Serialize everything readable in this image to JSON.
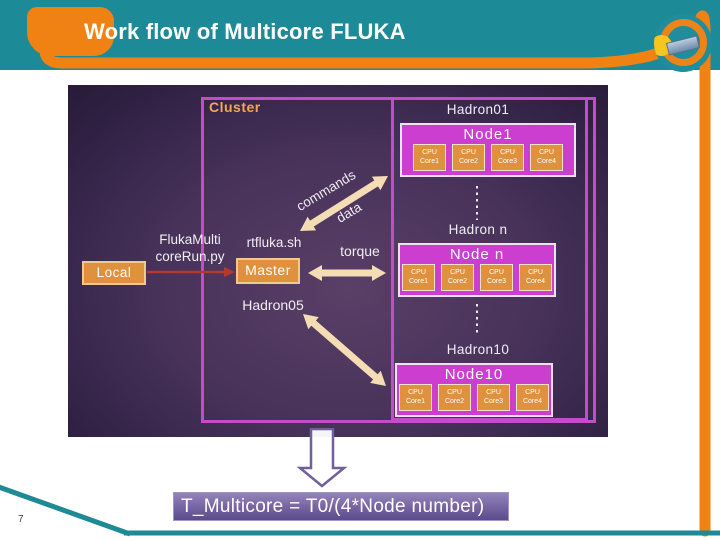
{
  "header": {
    "title": "Work flow of Multicore FLUKA"
  },
  "slide": {
    "page_number": "7"
  },
  "diagram": {
    "cluster_label": "Cluster",
    "local_label": "Local",
    "master_label": "Master",
    "script_label_line1": "FlukaMulti",
    "script_label_line2": "coreRun.py",
    "rtfluka_label": "rtfluka.sh",
    "torque_label": "torque",
    "commands_label": "commands",
    "data_label": "data",
    "hadron05_label": "Hadron05",
    "nodes": [
      {
        "hadron": "Hadron01",
        "title": "Node1",
        "cores": [
          [
            "CPU",
            "Core1"
          ],
          [
            "CPU",
            "Core2"
          ],
          [
            "CPU",
            "Core3"
          ],
          [
            "CPU",
            "Core4"
          ]
        ]
      },
      {
        "hadron": "Hadron n",
        "title": "Node n",
        "cores": [
          [
            "CPU",
            "Core1"
          ],
          [
            "CPU",
            "Core2"
          ],
          [
            "CPU",
            "Core3"
          ],
          [
            "CPU",
            "Core4"
          ]
        ]
      },
      {
        "hadron": "Hadron10",
        "title": "Node10",
        "cores": [
          [
            "CPU",
            "Core1"
          ],
          [
            "CPU",
            "Core2"
          ],
          [
            "CPU",
            "Core3"
          ],
          [
            "CPU",
            "Core4"
          ]
        ]
      }
    ]
  },
  "footer": {
    "formula": "T_Multicore = T0/(4*Node number)"
  },
  "colors": {
    "teal": "#1d8a98",
    "orange": "#f08214",
    "magenta_border": "#c44cc8",
    "node_fill": "#cb3ecf",
    "core_fill": "#e0913d",
    "arrow_cream": "#f4dcb4",
    "arrow_red": "#b5392c",
    "cluster_label_orange": "#f5a84f",
    "formula_purple": "#5b4b8a"
  }
}
